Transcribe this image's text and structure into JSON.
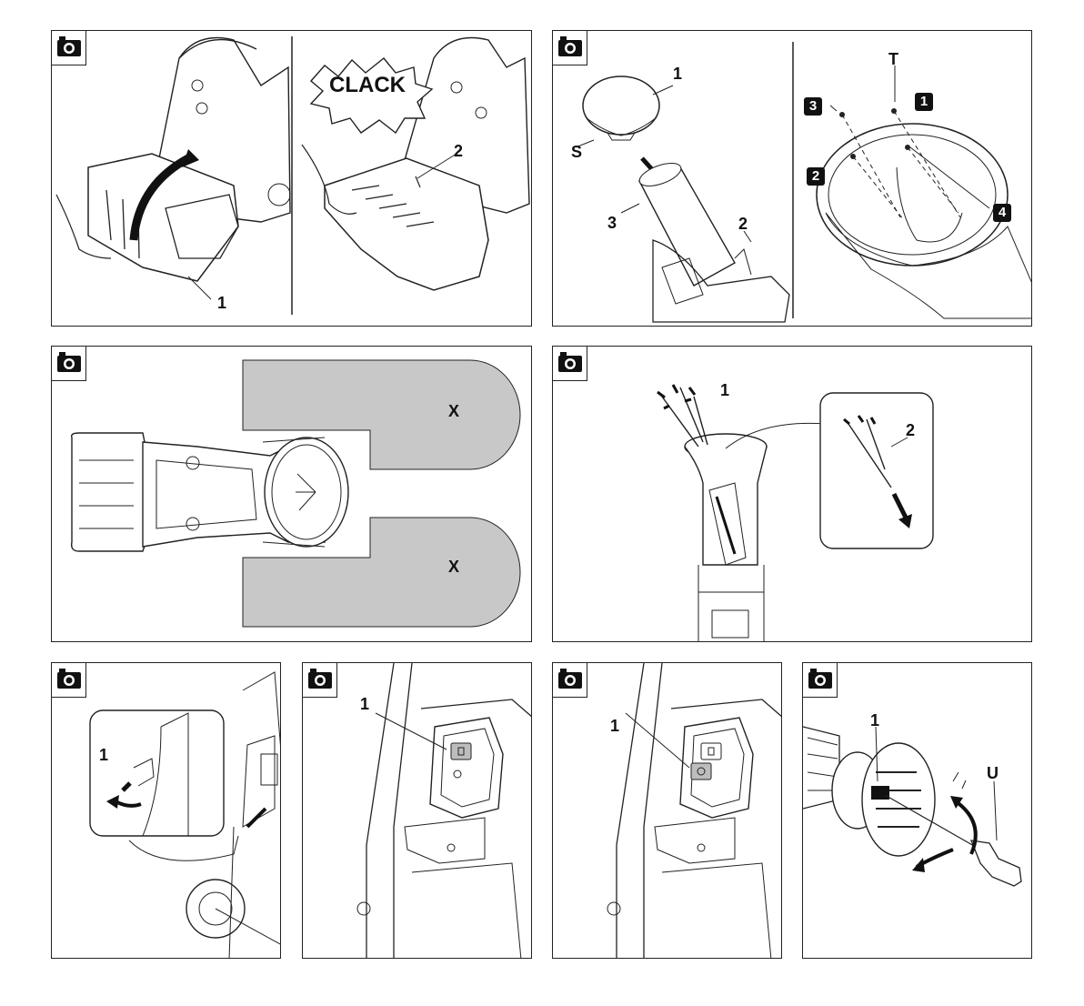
{
  "camera_icon": "camera-icon",
  "panel1": {
    "label_left": "1",
    "label_right": "2",
    "sound": "CLACK"
  },
  "panel2": {
    "label_1": "1",
    "label_S": "S",
    "label_3": "3",
    "label_2": "2",
    "label_T": "T",
    "step_1": "1",
    "step_2": "2",
    "step_3": "3",
    "step_4": "4"
  },
  "panel3": {
    "zone_top": "X",
    "zone_bottom": "X"
  },
  "panel4": {
    "label_1": "1",
    "label_2": "2"
  },
  "panel5": {
    "label_1": "1"
  },
  "panel6": {
    "label_1": "1"
  },
  "panel7": {
    "label_1": "1"
  },
  "panel8": {
    "label_1": "1",
    "label_U": "U"
  },
  "colors": {
    "zone_fill": "#c8c8c8",
    "line": "#222222",
    "switch_on": "#bdbdbd"
  }
}
